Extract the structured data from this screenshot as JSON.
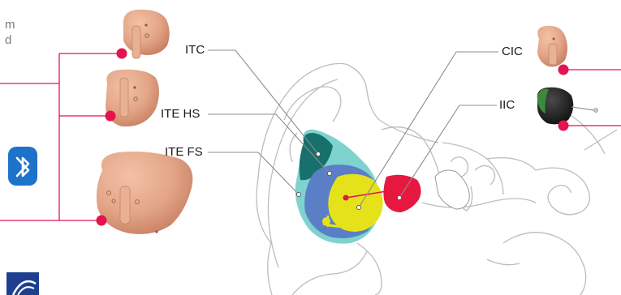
{
  "labels": {
    "itc": "ITC",
    "ite_hs": "ITE HS",
    "ite_fs": "ITE FS",
    "cic": "CIC",
    "iic": "IIC"
  },
  "cut_text": {
    "line1": "m",
    "line2": "d"
  },
  "icons": {
    "bluetooth": "bluetooth-icon",
    "partial_logo": "partial-logo-icon"
  },
  "colors": {
    "accent_red": "#e4134f",
    "leader_grey": "#8c8c8c",
    "skin": "#e3a587",
    "ite_fs": "#7fd3cf",
    "ite_hs": "#5b7fc6",
    "itc": "#17706c",
    "cic": "#e6e21a",
    "iic": "#e6183f",
    "bluetooth": "#1f72c9"
  }
}
